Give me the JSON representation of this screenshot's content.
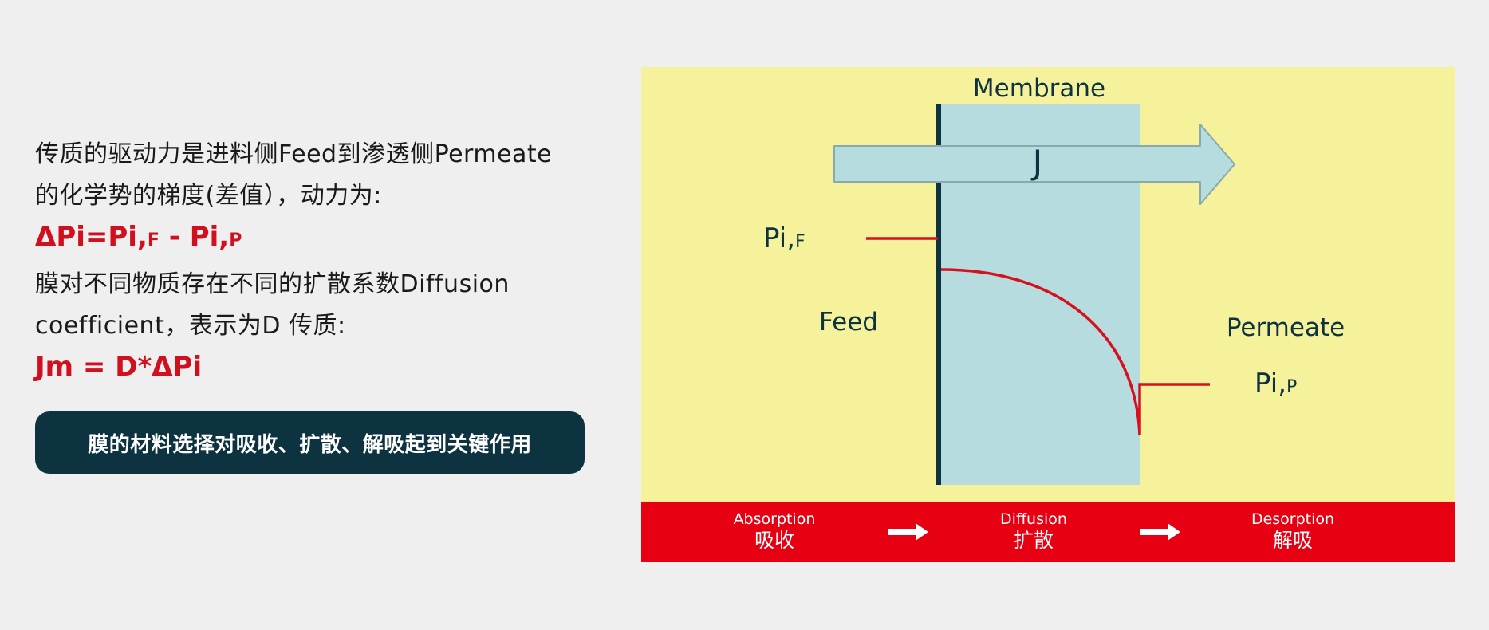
{
  "left_panel": {
    "para1_line1": "传质的驱动力是进料侧Feed到渗透侧Permeate",
    "para1_line2": "的化学势的梯度(差值），动力为:",
    "formula1_main": "ΔPi=Pi,",
    "formula1_sub_f": "F",
    "formula1_mid": " - Pi,",
    "formula1_sub_p": "P",
    "para2_line1": "膜对不同物质存在不同的扩散系数Diffusion",
    "para2_line2": "coefficient，表示为D 传质:",
    "formula2": "Jm = D*ΔPi",
    "callout": "膜的材料选择对吸收、扩散、解吸起到关键作用"
  },
  "diagram": {
    "membrane_label": "Membrane",
    "flux_label": "J",
    "feed_label": "Feed",
    "permeate_label": "Permeate",
    "pif_label": "Pi,",
    "pif_sub": "F",
    "pip_label": "Pi,",
    "pip_sub": "P",
    "steps": [
      {
        "en": "Absorption",
        "zh": "吸收"
      },
      {
        "en": "Diffusion",
        "zh": "扩散"
      },
      {
        "en": "Desorption",
        "zh": "解吸"
      }
    ],
    "colors": {
      "background": "#f5f29b",
      "membrane": "#b7dcdf",
      "membrane_edge": "#0e3340",
      "arrow_fill": "#b7dcdf",
      "curve": "#d7101e",
      "bottom_bar": "#e60012"
    }
  }
}
